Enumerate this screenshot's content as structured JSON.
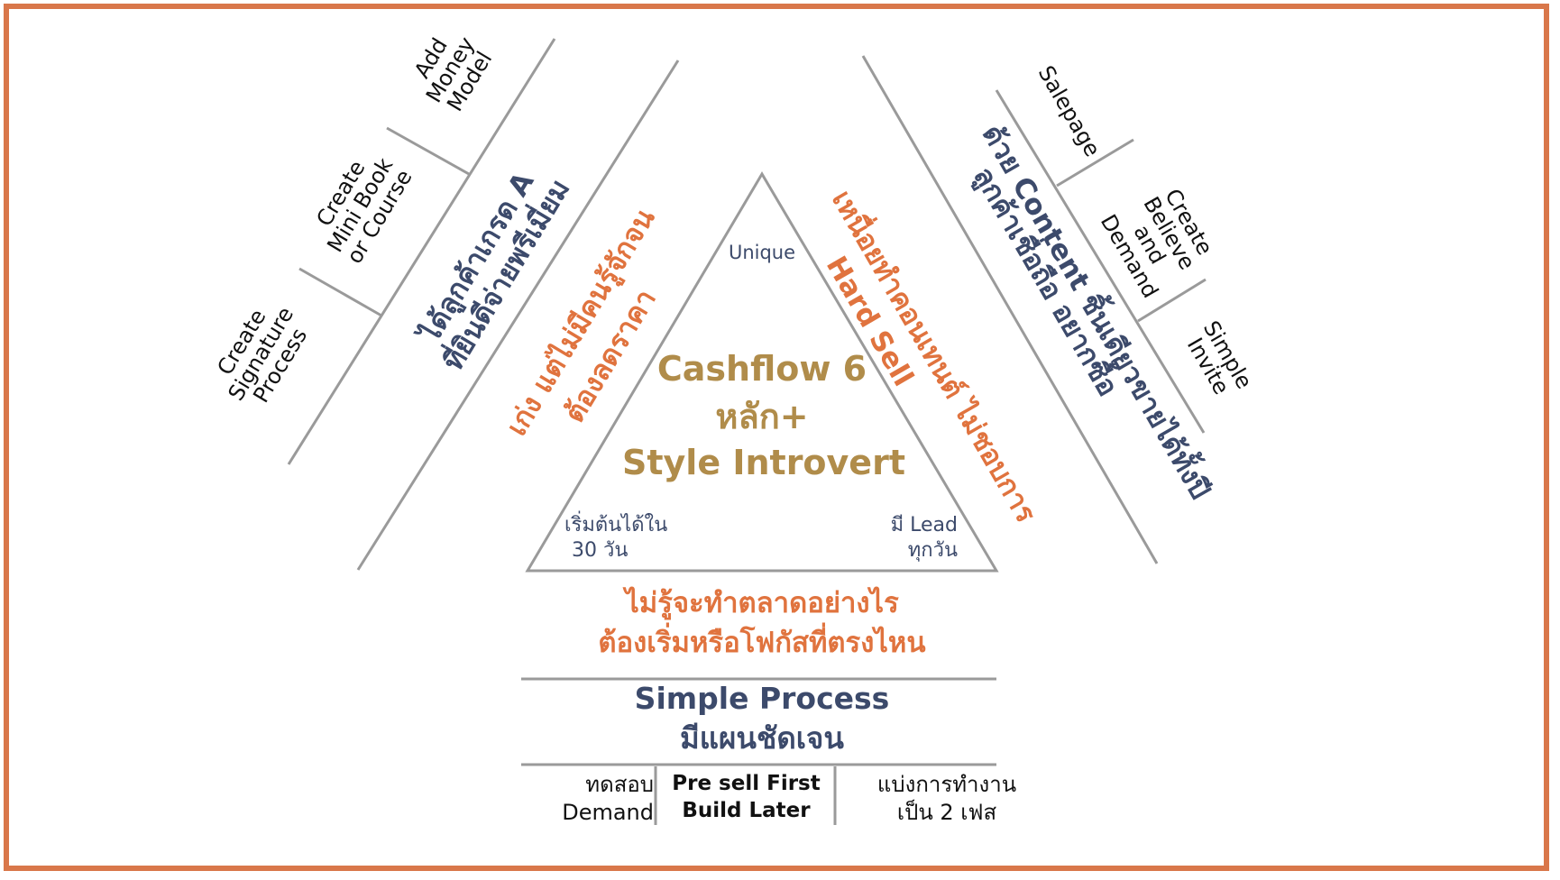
{
  "center": {
    "title_line1": "Cashflow 6",
    "title_line2": "หลัก+",
    "title_line3": "Style Introvert",
    "top": "Unique",
    "bottom_left_line1": "เริ่มต้นได้ใน",
    "bottom_left_line2": "30 วัน",
    "bottom_right_line1": "มี Lead",
    "bottom_right_line2": "ทุกวัน"
  },
  "left_side": {
    "pain_line1": "เก่ง แต่ไม่มีคนรู้จักจน",
    "pain_line2": "ต้องลดราคา",
    "result_line1": "ได้ลูกค้าเกรด A",
    "result_line2": "ที่ยินดีจ่ายพรีเมี่ยม",
    "steps": [
      {
        "line1": "Create",
        "line2": "Signature",
        "line3": "Process"
      },
      {
        "line1": "Create",
        "line2": "Mini Book",
        "line3": "or Course"
      },
      {
        "line1": "Add",
        "line2": "Money",
        "line3": "Model"
      }
    ]
  },
  "right_side": {
    "pain_line1": "เหนื่อยทำคอนเทนต์ ไม่ชอบการ",
    "pain_line2": "Hard Sell",
    "result_line1": "ลูกค้าเชื่อถือ อยากซื้อ",
    "result_line2": "ด้วย Content ชิ้นเดียวขายได้ทั้งปี",
    "steps": [
      {
        "line1": "Salepage"
      },
      {
        "line1": "Create",
        "line2": "Believe",
        "line3": "and",
        "line4": "Demand"
      },
      {
        "line1": "Simple",
        "line2": "Invite"
      }
    ]
  },
  "bottom_side": {
    "pain_line1": "ไม่รู้จะทำตลาดอย่างไร",
    "pain_line2": "ต้องเริ่มหรือโฟกัสที่ตรงไหน",
    "result_line1": "Simple Process",
    "result_line2": "มีแผนชัดเจน",
    "steps": [
      {
        "line1": "ทดสอบ",
        "line2": "Demand"
      },
      {
        "line1": "Pre sell First",
        "line2": "Build Later"
      },
      {
        "line1": "แบ่งการทำงาน",
        "line2": "เป็น 2 เฟส"
      }
    ]
  },
  "colors": {
    "frame": "#d9774a",
    "lines": "#8c8c8c",
    "title": "#b08c4a",
    "pain": "#e0733e",
    "result": "#3c4a6b"
  }
}
